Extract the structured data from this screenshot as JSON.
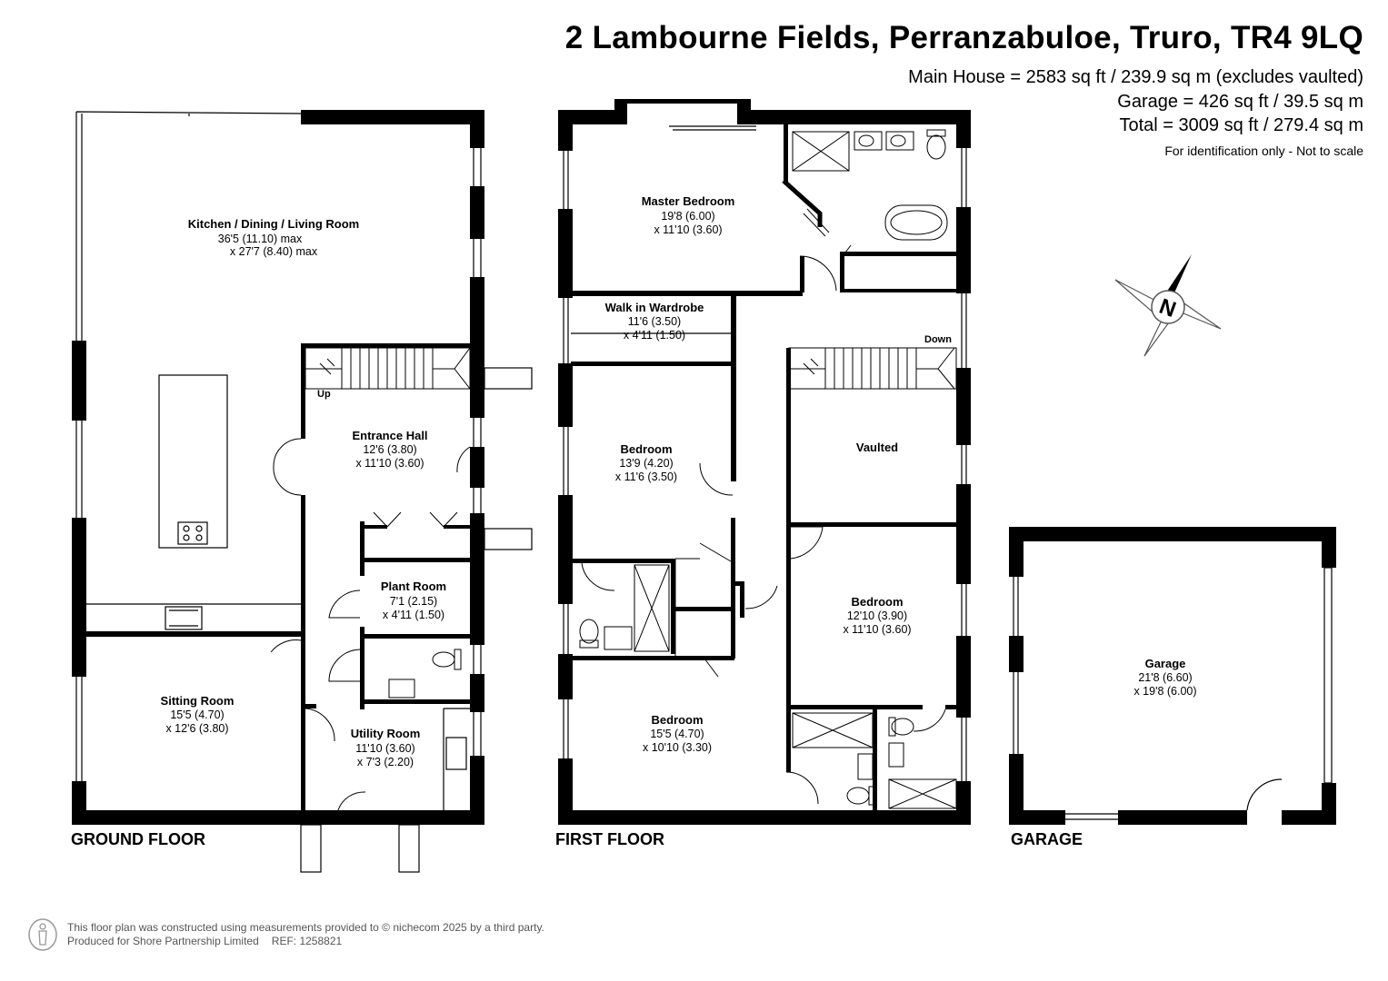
{
  "header": {
    "title": "2 Lambourne Fields, Perranzabuloe, Truro, TR4 9LQ",
    "main_house": "Main House = 2583 sq ft / 239.9 sq m (excludes vaulted)",
    "garage": "Garage = 426 sq ft / 39.5 sq m",
    "total": "Total = 3009 sq ft / 279.4 sq m",
    "note": "For identification only - Not to scale"
  },
  "floors": {
    "ground": "GROUND FLOOR",
    "first": "FIRST FLOOR",
    "garage": "GARAGE"
  },
  "rooms": {
    "kitchen": {
      "name": "Kitchen / Dining / Living Room",
      "dim1": "36'5 (11.10) max",
      "dim2": "x 27'7 (8.40) max"
    },
    "entrance_hall": {
      "name": "Entrance Hall",
      "dim1": "12'6 (3.80)",
      "dim2": "x 11'10 (3.60)"
    },
    "plant_room": {
      "name": "Plant Room",
      "dim1": "7'1 (2.15)",
      "dim2": "x 4'11 (1.50)"
    },
    "sitting_room": {
      "name": "Sitting Room",
      "dim1": "15'5 (4.70)",
      "dim2": "x 12'6 (3.80)"
    },
    "utility_room": {
      "name": "Utility Room",
      "dim1": "11'10 (3.60)",
      "dim2": "x 7'3 (2.20)"
    },
    "master_bedroom": {
      "name": "Master Bedroom",
      "dim1": "19'8 (6.00)",
      "dim2": "x 11'10 (3.60)"
    },
    "walk_in_wardrobe": {
      "name": "Walk in Wardrobe",
      "dim1": "11'6 (3.50)",
      "dim2": "x 4'11 (1.50)"
    },
    "bedroom_2": {
      "name": "Bedroom",
      "dim1": "13'9 (4.20)",
      "dim2": "x 11'6 (3.50)"
    },
    "vaulted": {
      "name": "Vaulted"
    },
    "bedroom_3": {
      "name": "Bedroom",
      "dim1": "12'10 (3.90)",
      "dim2": "x 11'10 (3.60)"
    },
    "bedroom_4": {
      "name": "Bedroom",
      "dim1": "15'5 (4.70)",
      "dim2": "x 10'10 (3.30)"
    },
    "garage": {
      "name": "Garage",
      "dim1": "21'8 (6.60)",
      "dim2": "x 19'8 (6.00)"
    }
  },
  "stairs": {
    "up": "Up",
    "down": "Down"
  },
  "compass": {
    "letter": "N"
  },
  "footer": {
    "line1": "This floor plan was constructed using measurements provided to © nichecom 2025 by a third party.",
    "line2": "Produced for Shore Partnership Limited",
    "ref": "REF: 1258821"
  }
}
